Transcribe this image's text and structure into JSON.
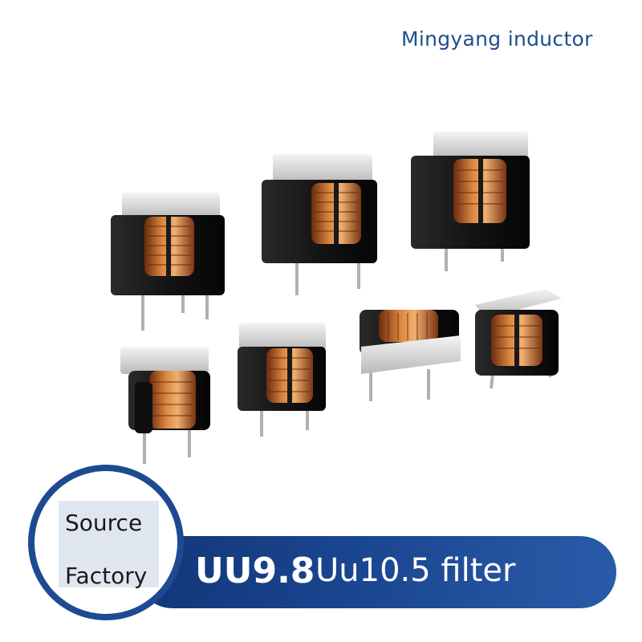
{
  "brand": {
    "name": "Mingyang inductor"
  },
  "badge": {
    "line1": "Source",
    "line2": "Factory"
  },
  "banner": {
    "title_bold": "UU9.8",
    "title_rest": "Uu10.5 filter"
  },
  "colors": {
    "brand_blue": "#1f4e8c",
    "banner_dark": "#123779",
    "banner_light": "#2a5ba8",
    "copper": "#c8692e"
  },
  "product_image": {
    "subject": "common-mode filter inductors",
    "count": 7
  }
}
